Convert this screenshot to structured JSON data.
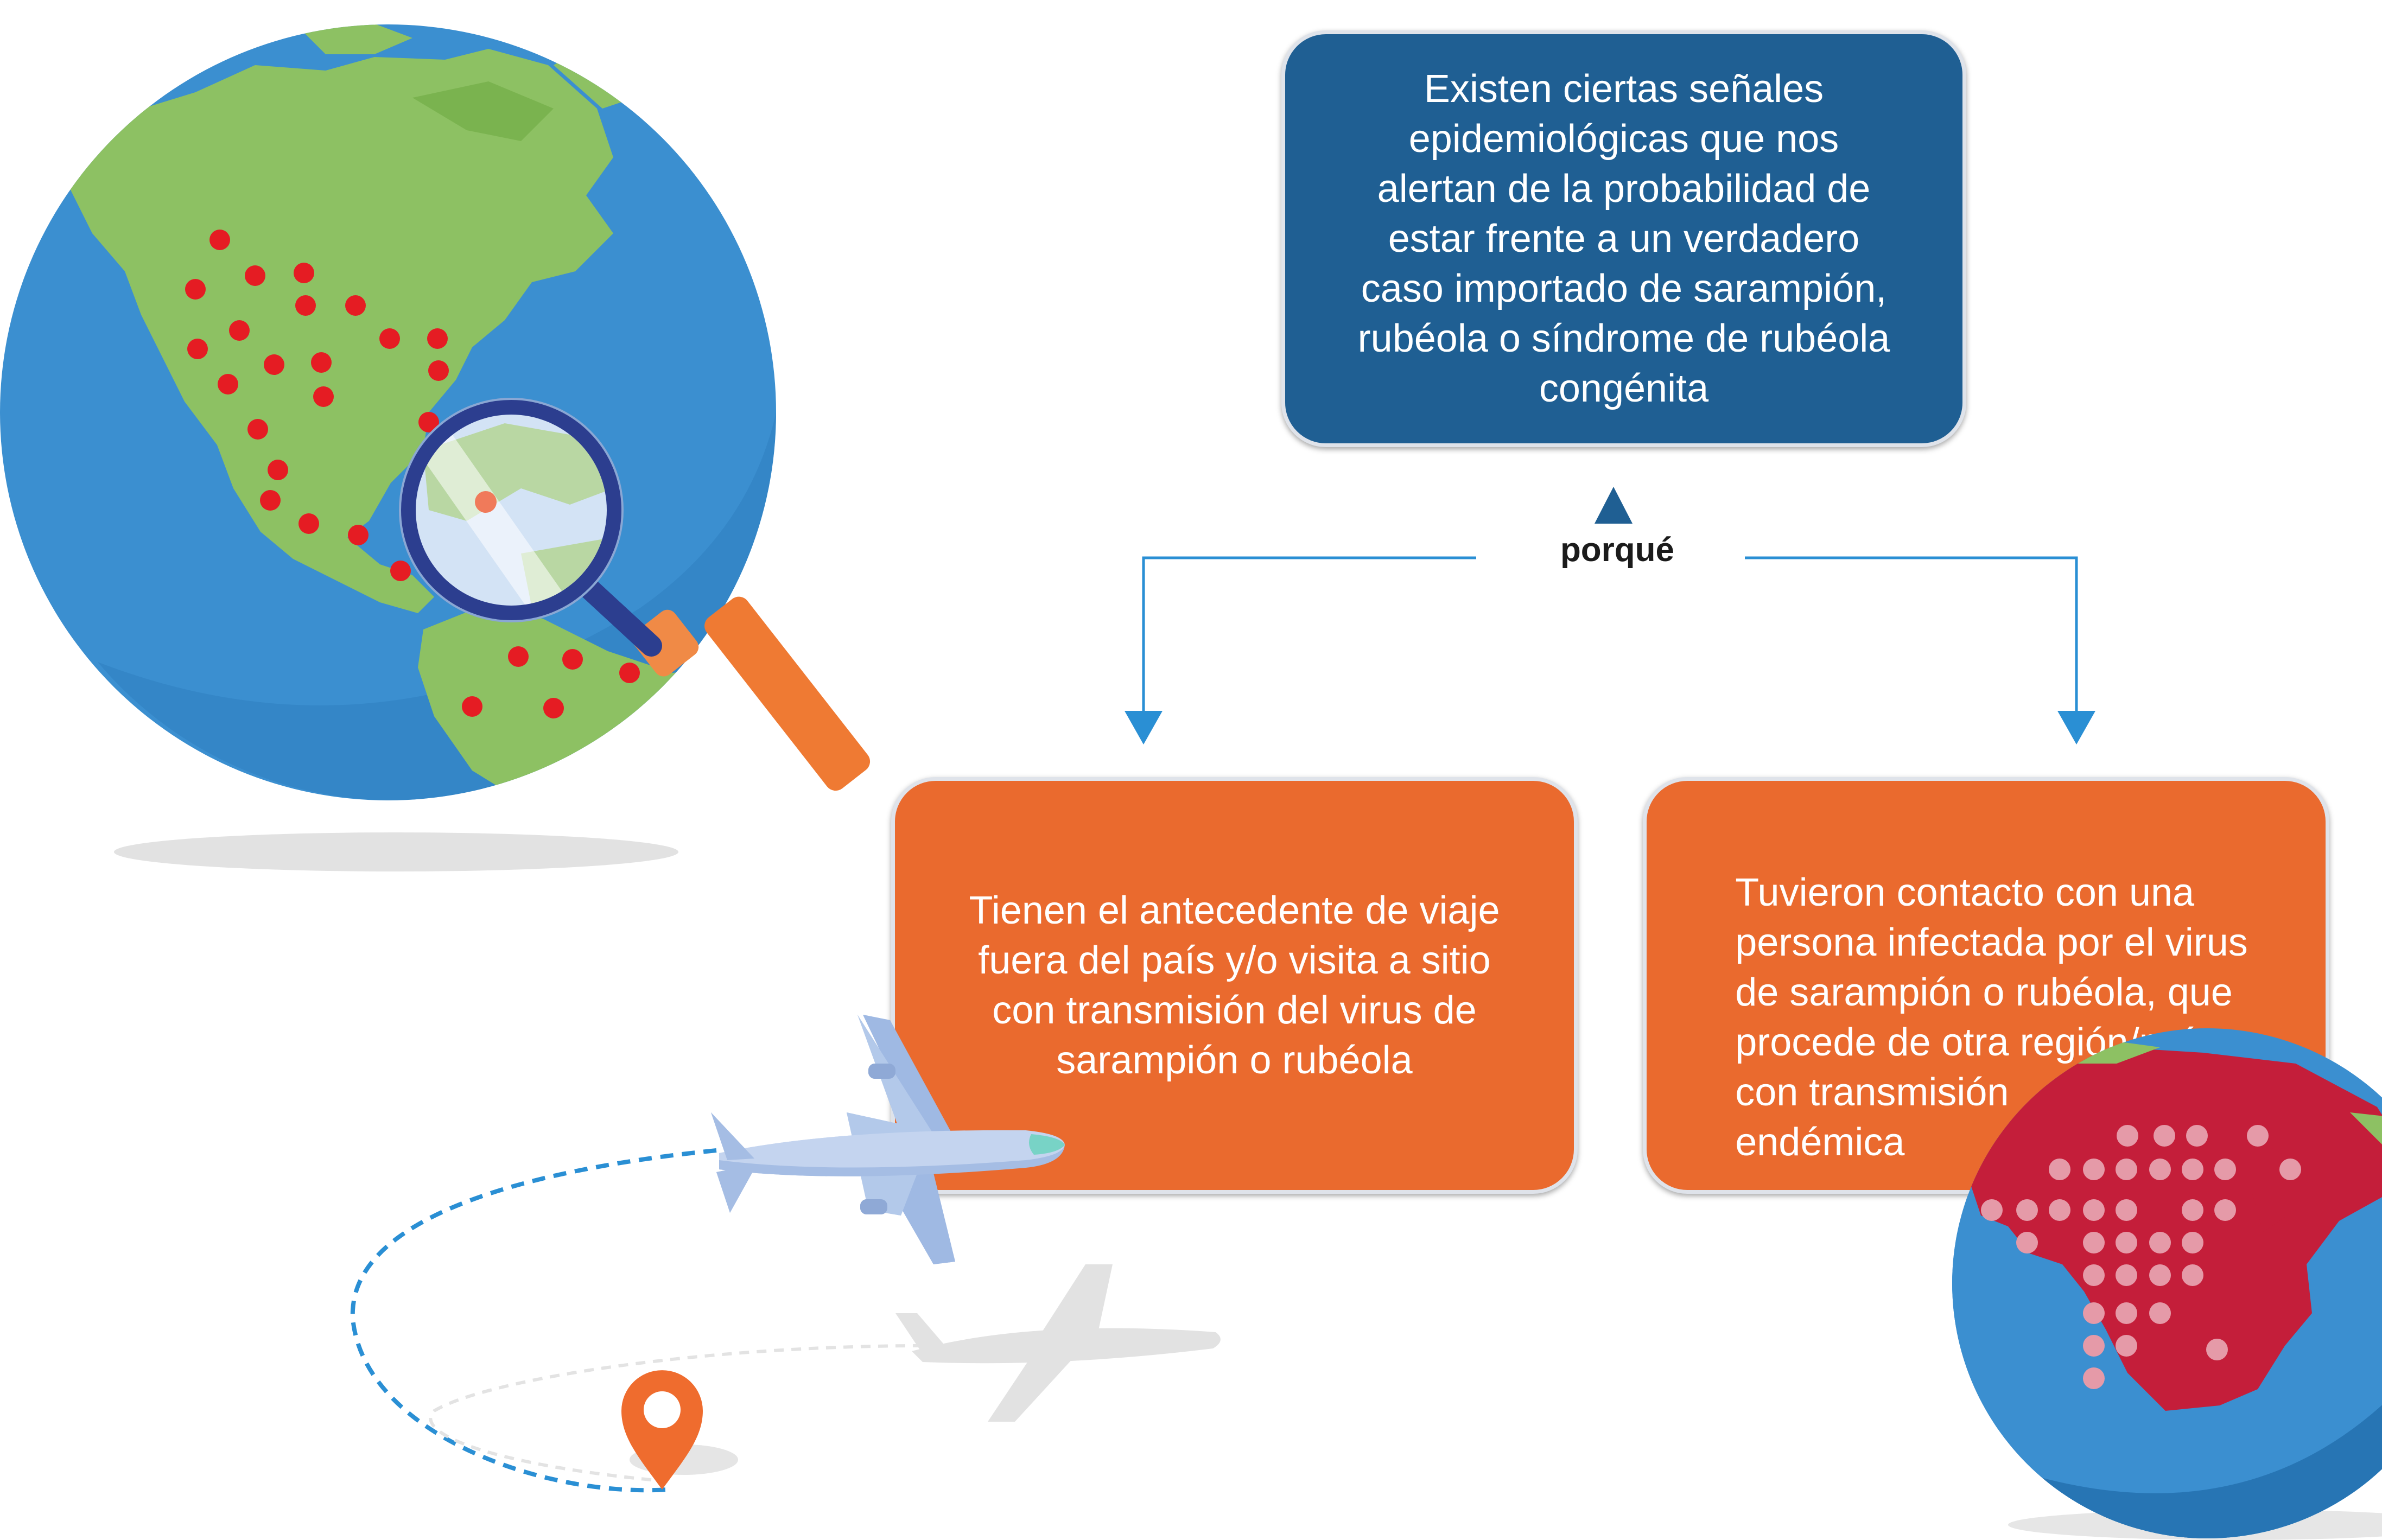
{
  "main_statement": "Existen ciertas señales\nepidemiológicas que nos\nalertan de la probabilidad de\nestar frente a un verdadero\ncaso importado de sarampión,\nrubéola o síndrome de rubéola\ncongénita",
  "connector_label": "porqué",
  "reason_left": "Tienen el antecedente de viaje\nfuera del país y/o visita a sitio\ncon transmisión del virus de\nsarampión o rubéola",
  "reason_right": "Tuvieron contacto con una\npersona infectada por el virus\nde sarampión o rubéola, que\nprocede de otra región/país\ncon transmisión\nendémica",
  "colors": {
    "main_box": "#1f5f93",
    "reason_box": "#ea6a2e",
    "arrow_blue": "#2a8fd4",
    "ocean": "#3b8fd0",
    "land_green": "#8dc163",
    "land_red": "#c41e3a",
    "dot_red": "#e51c23",
    "magnifier_rim": "#2c3e8f",
    "magnifier_handle": "#ef7a33",
    "pin_orange": "#ef6c2e"
  },
  "icons": [
    "globe-americas-icon",
    "magnifying-glass-icon",
    "airplane-icon",
    "airplane-shadow-icon",
    "location-pin-icon",
    "globe-africa-icon"
  ]
}
